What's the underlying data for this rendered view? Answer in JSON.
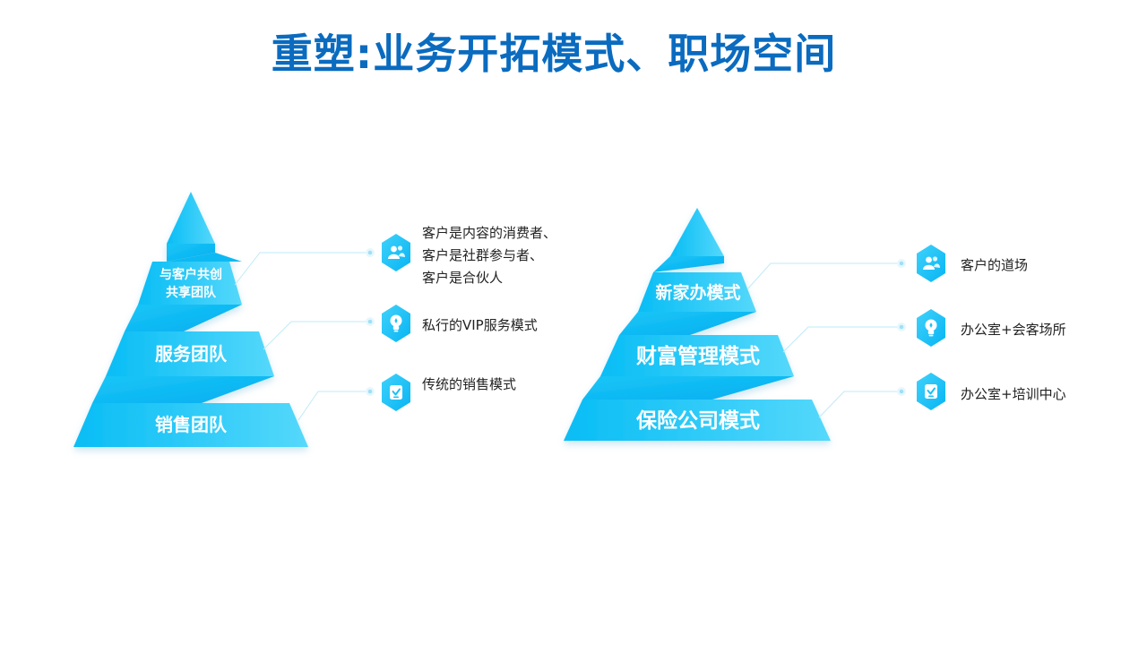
{
  "title": "重塑:业务开拓模式、职场空间",
  "colors": {
    "title": "#0a6bbf",
    "tier_light": "#4fd5fb",
    "tier_dark": "#0ac0f5",
    "connector": "#bfeaf8"
  },
  "left_pyramid": {
    "tiers": [
      {
        "label_lines": [
          "与客户共创",
          "共享团队"
        ],
        "description_lines": [
          "客户是内容的消费者、",
          "客户是社群参与者、",
          "客户是合伙人"
        ],
        "icon": "team-icon"
      },
      {
        "label_lines": [
          "服务团队"
        ],
        "description_lines": [
          "私行的VIP服务模式"
        ],
        "icon": "lightbulb-icon"
      },
      {
        "label_lines": [
          "销售团队"
        ],
        "description_lines": [
          "传统的销售模式"
        ],
        "icon": "shield-check-icon"
      }
    ]
  },
  "right_pyramid": {
    "tiers": [
      {
        "label_lines": [
          "新家办模式"
        ],
        "description_lines": [
          "客户的道场"
        ],
        "icon": "team-icon"
      },
      {
        "label_lines": [
          "财富管理模式"
        ],
        "description_lines": [
          "办公室+会客场所"
        ],
        "icon": "lightbulb-icon"
      },
      {
        "label_lines": [
          "保险公司模式"
        ],
        "description_lines": [
          "办公室+培训中心"
        ],
        "icon": "shield-check-icon"
      }
    ]
  }
}
